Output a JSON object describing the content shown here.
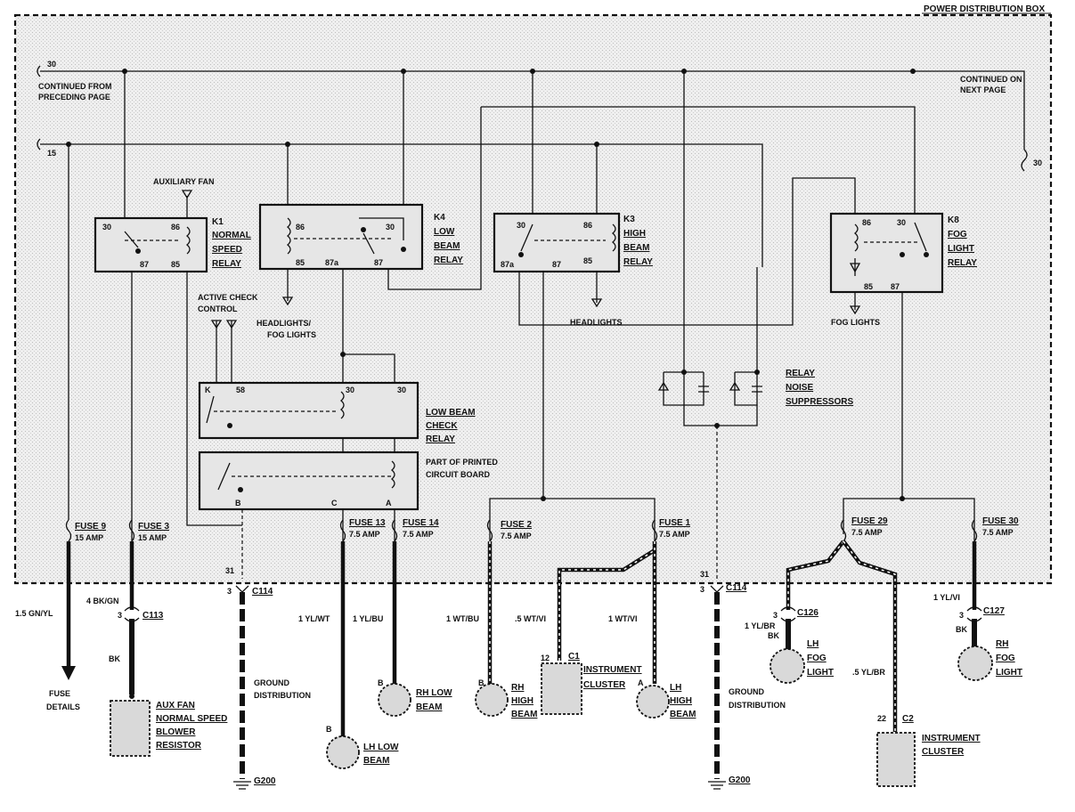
{
  "header": {
    "title": "POWER DISTRIBUTION BOX"
  },
  "bus": {
    "b30_label": "30",
    "b15_label": "15",
    "preceding": [
      "CONTINUED FROM",
      "PRECEDING PAGE"
    ],
    "next": [
      "CONTINUED ON",
      "NEXT PAGE"
    ],
    "next_30": "30"
  },
  "relays": {
    "k1": {
      "id": "K1",
      "name": [
        "NORMAL",
        "SPEED",
        "RELAY"
      ],
      "pins": [
        "30",
        "86",
        "87",
        "85"
      ],
      "top_label": "AUXILIARY FAN"
    },
    "k4": {
      "id": "K4",
      "name": [
        "LOW",
        "BEAM",
        "RELAY"
      ],
      "pins": [
        "86",
        "30",
        "85",
        "87a",
        "87"
      ],
      "out_label": [
        "HEADLIGHTS/",
        "FOG LIGHTS"
      ]
    },
    "k3": {
      "id": "K3",
      "name": [
        "HIGH",
        "BEAM",
        "RELAY"
      ],
      "pins": [
        "30",
        "86",
        "87a",
        "87",
        "85"
      ],
      "out_label": "HEADLIGHTS"
    },
    "k8": {
      "id": "K8",
      "name": [
        "FOG",
        "LIGHT",
        "RELAY"
      ],
      "pins": [
        "86",
        "30",
        "85",
        "87"
      ],
      "out_label": "FOG LIGHTS"
    }
  },
  "check": {
    "active": [
      "ACTIVE CHECK",
      "CONTROL"
    ],
    "relay_name": [
      "LOW BEAM",
      "CHECK",
      "RELAY"
    ],
    "pins_top": [
      "K",
      "58",
      "30",
      "30"
    ],
    "pcb": [
      "PART OF PRINTED",
      "CIRCUIT BOARD"
    ],
    "pins_bot": [
      "B",
      "C",
      "A"
    ]
  },
  "suppressors": {
    "name": [
      "RELAY",
      "NOISE",
      "SUPPRESSORS"
    ]
  },
  "fuses": [
    {
      "name": "FUSE 9",
      "amp": "15 AMP"
    },
    {
      "name": "FUSE 3",
      "amp": "15 AMP"
    },
    {
      "name": "FUSE 13",
      "amp": "7.5 AMP"
    },
    {
      "name": "FUSE 14",
      "amp": "7.5 AMP"
    },
    {
      "name": "FUSE 2",
      "amp": "7.5 AMP"
    },
    {
      "name": "FUSE 1",
      "amp": "7.5 AMP"
    },
    {
      "name": "FUSE 29",
      "amp": "7.5 AMP"
    },
    {
      "name": "FUSE 30",
      "amp": "7.5 AMP"
    }
  ],
  "wires": {
    "fuse9": "1.5 GN/YL",
    "fuse3": "4 BK/GN",
    "c113_below": "BK",
    "lh_low": "1 YL/WT",
    "rh_low": "1 YL/BU",
    "rh_high": "1 WT/BU",
    "cluster1": ".5 WT/VI",
    "lh_high": "1 WT/VI",
    "lh_fog": "1 YL/BR",
    "lh_fog_bk": "BK",
    "cluster2": ".5 YL/BR",
    "rh_fog": "1 YL/VI",
    "rh_fog_bk": "BK"
  },
  "connectors": {
    "c113": "C113",
    "c113_pin": "3",
    "c114a": "C114",
    "c114a_pin": "3",
    "c114a_31": "31",
    "c114b": "C114",
    "c114b_pin": "3",
    "c114b_31": "31",
    "c1": "C1",
    "c1_pin": "12",
    "c2": "C2",
    "c2_pin": "22",
    "c126": "C126",
    "c126_pin": "3",
    "c127": "C127",
    "c127_pin": "3"
  },
  "components": {
    "fuse_details": [
      "FUSE",
      "DETAILS"
    ],
    "aux_fan": [
      "AUX FAN",
      "NORMAL SPEED",
      "BLOWER",
      "RESISTOR"
    ],
    "ground1": [
      "GROUND",
      "DISTRIBUTION"
    ],
    "ground2": [
      "GROUND",
      "DISTRIBUTION"
    ],
    "g200a": "G200",
    "g200b": "G200",
    "lh_low": [
      "LH LOW",
      "BEAM"
    ],
    "lh_low_pin": "B",
    "rh_low": [
      "RH LOW",
      "BEAM"
    ],
    "rh_low_pin": "B",
    "rh_high": [
      "RH",
      "HIGH",
      "BEAM"
    ],
    "rh_high_pin": "B",
    "cluster1": [
      "INSTRUMENT",
      "CLUSTER"
    ],
    "lh_high": [
      "LH",
      "HIGH",
      "BEAM"
    ],
    "lh_high_pin": "A",
    "lh_fog": [
      "LH",
      "FOG",
      "LIGHT"
    ],
    "rh_fog": [
      "RH",
      "FOG",
      "LIGHT"
    ],
    "cluster2": [
      "INSTRUMENT",
      "CLUSTER"
    ]
  },
  "colors": {
    "ink": "#111111",
    "box_fill": "#e6e6e6",
    "background": "#ffffff"
  }
}
